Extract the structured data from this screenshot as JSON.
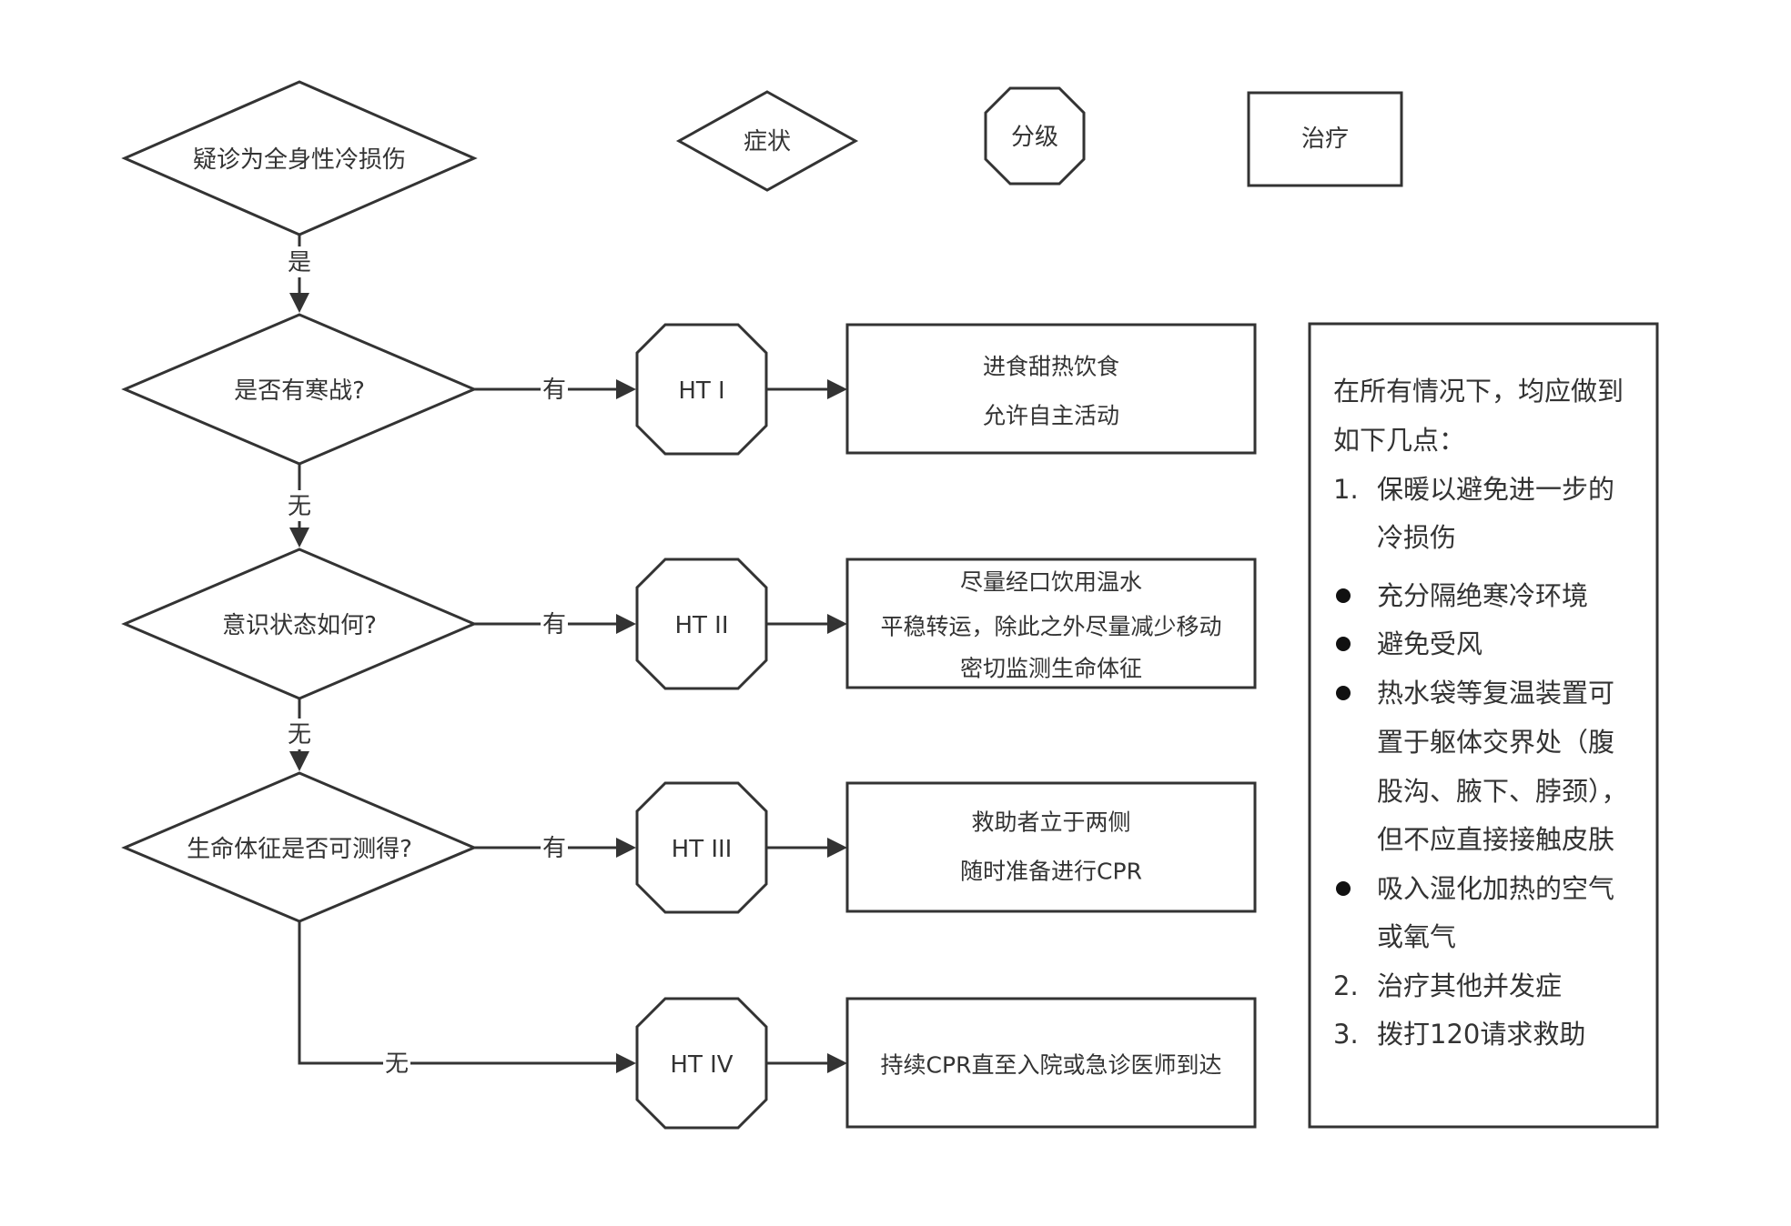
{
  "legend": {
    "symptom": "症状",
    "grade": "分级",
    "treatment": "治疗"
  },
  "nodes": {
    "suspect": "疑诊为全身性冷损伤",
    "shiver": "是否有寒战?",
    "conscious": "意识状态如何?",
    "vitals": "生命体征是否可测得?"
  },
  "edges": {
    "yes": "是",
    "have": "有",
    "none": "无"
  },
  "grades": [
    "HT I",
    "HT II",
    "HT III",
    "HT IV"
  ],
  "treatments": {
    "ht1": [
      "进食甜热饮食",
      "允许自主活动"
    ],
    "ht2": [
      "尽量经口饮用温水",
      "平稳转运，除此之外尽量减少移动",
      "密切监测生命体征"
    ],
    "ht3": [
      "救助者立于两侧",
      "随时准备进行CPR"
    ],
    "ht4": [
      "持续CPR直至入院或急诊医师到达"
    ]
  },
  "notes": {
    "intro": [
      "在所有情况下，均应做到",
      "如下几点："
    ],
    "item1_num": "1.",
    "item1": [
      "保暖以避免进一步的",
      "冷损伤"
    ],
    "bullets": [
      [
        "充分隔绝寒冷环境"
      ],
      [
        "避免受风"
      ],
      [
        "热水袋等复温装置可",
        "置于躯体交界处（腹",
        "股沟、腋下、脖颈），",
        "但不应直接接触皮肤"
      ],
      [
        "吸入湿化加热的空气",
        "或氧气"
      ]
    ],
    "item2_num": "2.",
    "item2": "治疗其他并发症",
    "item3_num": "3.",
    "item3": "拨打120请求救助"
  }
}
